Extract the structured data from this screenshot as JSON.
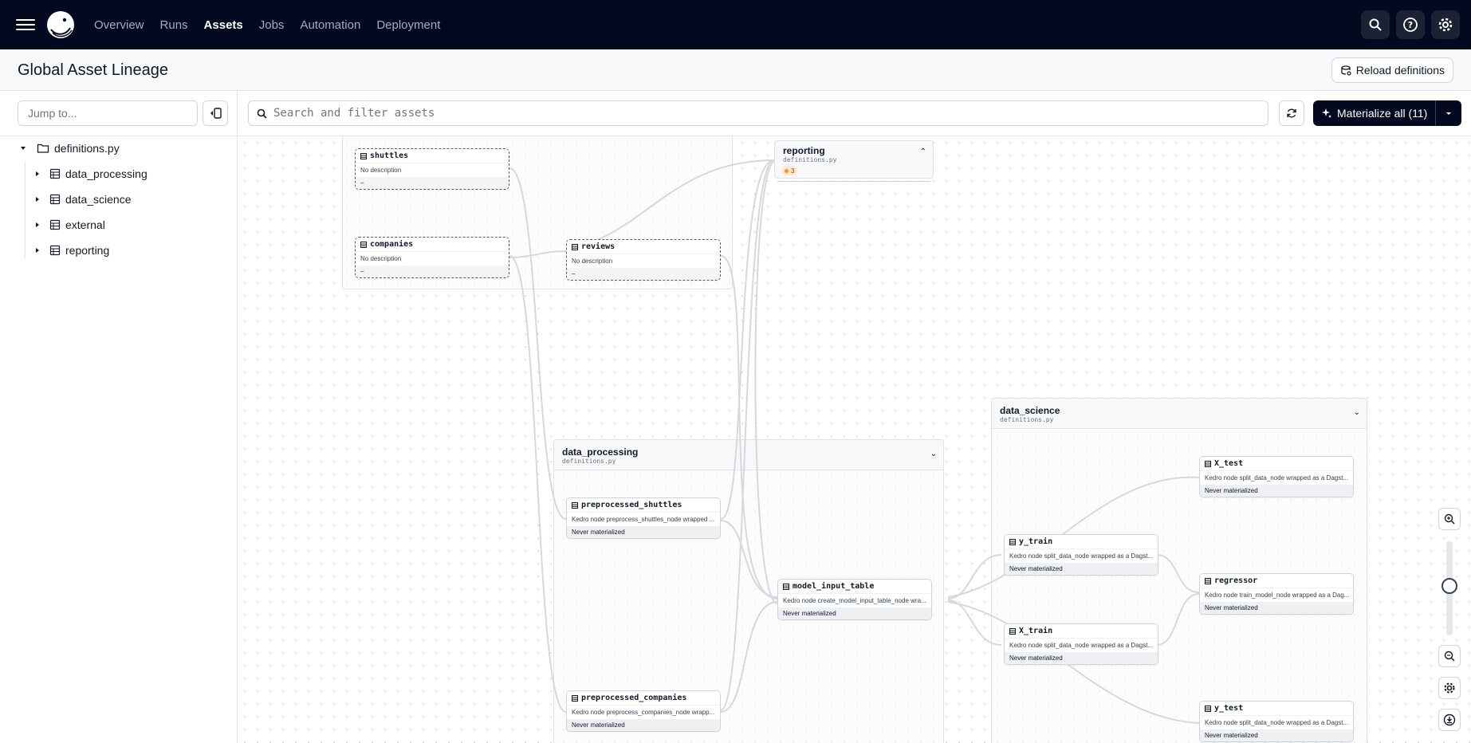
{
  "nav": {
    "links": [
      "Overview",
      "Runs",
      "Assets",
      "Jobs",
      "Automation",
      "Deployment"
    ],
    "active": "Assets"
  },
  "page": {
    "title": "Global Asset Lineage",
    "reload_label": "Reload definitions"
  },
  "sidebar": {
    "jump_placeholder": "Jump to...",
    "root": "definitions.py",
    "items": [
      "data_processing",
      "data_science",
      "external",
      "reporting"
    ]
  },
  "toolbar": {
    "search_placeholder": "Search and filter assets",
    "materialize_label": "Materialize all (11)"
  },
  "groups": {
    "reporting": {
      "title": "reporting",
      "file": "definitions.py",
      "badge": "3"
    },
    "data_processing": {
      "title": "data_processing",
      "file": "definitions.py"
    },
    "data_science": {
      "title": "data_science",
      "file": "definitions.py"
    }
  },
  "nodes": {
    "shuttles": {
      "name": "shuttles",
      "desc": "No description",
      "status": "–"
    },
    "companies": {
      "name": "companies",
      "desc": "No description",
      "status": "–"
    },
    "reviews": {
      "name": "reviews",
      "desc": "No description",
      "status": "–"
    },
    "preprocessed_shuttles": {
      "name": "preprocessed_shuttles",
      "desc": "Kedro node preprocess_shuttles_node wrapped ...",
      "status": "Never materialized"
    },
    "preprocessed_companies": {
      "name": "preprocessed_companies",
      "desc": "Kedro node preprocess_companies_node wrapp...",
      "status": "Never materialized"
    },
    "model_input_table": {
      "name": "model_input_table",
      "desc": "Kedro node create_model_input_table_node wra...",
      "status": "Never materialized"
    },
    "y_train": {
      "name": "y_train",
      "desc": "Kedro node split_data_node wrapped as a Dagst...",
      "status": "Never materialized"
    },
    "X_train": {
      "name": "X_train",
      "desc": "Kedro node split_data_node wrapped as a Dagst...",
      "status": "Never materialized"
    },
    "X_test": {
      "name": "X_test",
      "desc": "Kedro node split_data_node wrapped as a Dagst...",
      "status": "Never materialized"
    },
    "regressor": {
      "name": "regressor",
      "desc": "Kedro node train_model_node wrapped as a Dag...",
      "status": "Never materialized"
    },
    "y_test": {
      "name": "y_test",
      "desc": "Kedro node split_data_node wrapped as a Dagst...",
      "status": "Never materialized"
    }
  },
  "icons": {
    "menu": "hamburger-icon",
    "search": "search-icon",
    "help": "help-icon",
    "settings": "gear-icon",
    "reload": "reload-icon",
    "refresh": "refresh-icon",
    "sparkle": "sparkle-icon",
    "zoom_in": "zoom-in-icon",
    "zoom_out": "zoom-out-icon",
    "download": "download-icon"
  },
  "colors": {
    "nav_bg": "#030a1f",
    "accent_badge": "#f59e0b",
    "edge": "#d5d8de"
  }
}
